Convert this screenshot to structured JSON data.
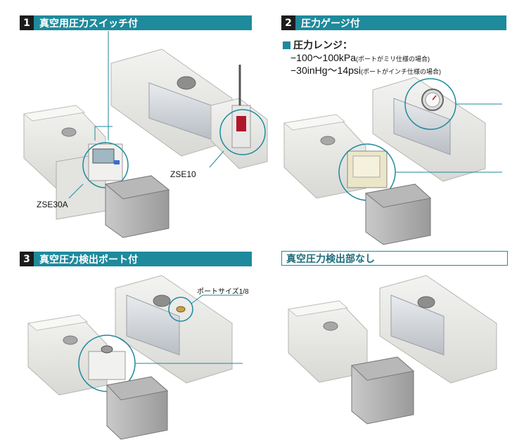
{
  "panels": [
    {
      "number": "1",
      "title": "真空用圧力スイッチ付",
      "callouts": [
        "ZSE10",
        "ZSE30A"
      ]
    },
    {
      "number": "2",
      "title": "圧力ゲージ付",
      "range_title": "圧力レンジ：",
      "ranges": [
        {
          "value": "−100〜100kPa",
          "note": "(ポートがミリ仕様の場合)"
        },
        {
          "value": "−30inHg〜14psi",
          "note": "(ポートがインチ仕様の場合)"
        }
      ]
    },
    {
      "number": "3",
      "title": "真空圧力検出ポート付",
      "callouts": [
        "ポートサイズ1/8"
      ]
    },
    {
      "number": "",
      "title": "真空圧力検出部なし"
    }
  ],
  "colors": {
    "accent": "#1e8a9c",
    "number_bg": "#1c1c1c"
  }
}
